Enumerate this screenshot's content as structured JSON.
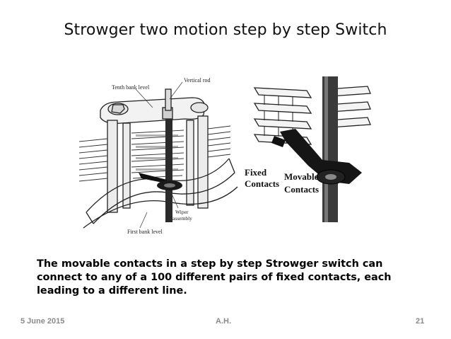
{
  "slide": {
    "title": "Strowger two motion step by step Switch",
    "caption": "The movable contacts in a step by step Strowger switch can connect to any of a 100 different pairs of fixed contacts, each leading to a different line."
  },
  "figure_left": {
    "labels": {
      "tenth_bank": "Tenth bank level",
      "vertical_rod": "Vertical rod",
      "wiper_line1": "Wiper",
      "wiper_line2": "assembly",
      "first_bank": "First bank level"
    }
  },
  "figure_right": {
    "labels": {
      "fixed_line1": "Fixed",
      "fixed_line2": "Contacts",
      "movable_line1": "Movable",
      "movable_line2": "Contacts"
    }
  },
  "footer": {
    "date": "5 June 2015",
    "author": "A.H.",
    "page": "21"
  }
}
